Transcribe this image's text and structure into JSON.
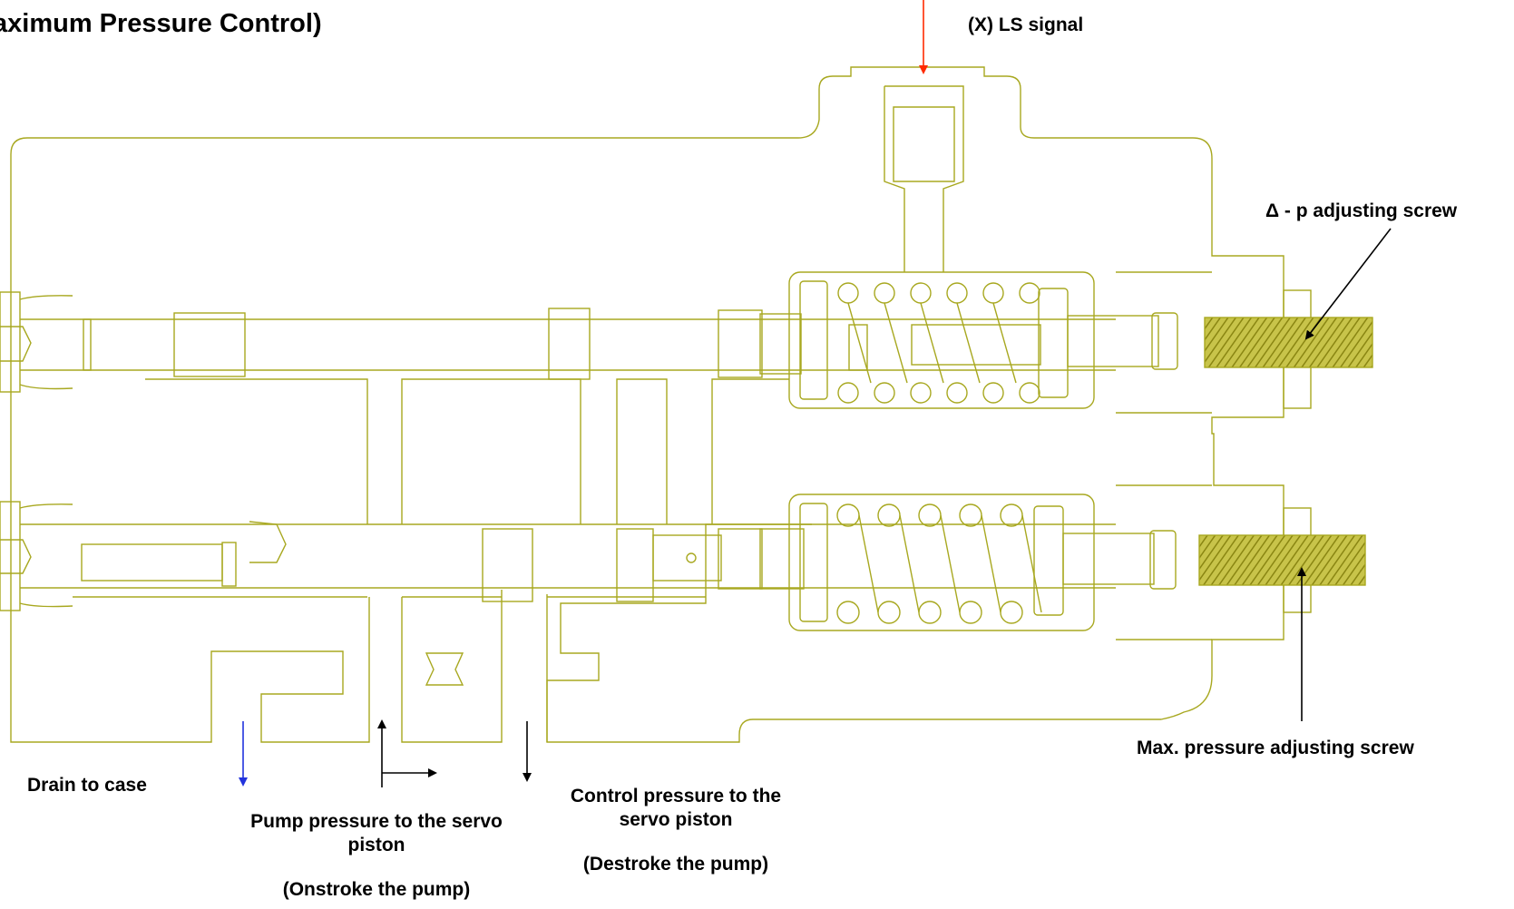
{
  "title": "aximum Pressure Control)",
  "labels": {
    "ls_signal": "(X) LS signal",
    "dp_screw": "Δ - p adjusting screw",
    "max_screw": "Max. pressure adjusting screw",
    "drain": "Drain to case",
    "pump_pressure": "Pump pressure to  the servo piston",
    "pump_sub": "(Onstroke the pump)",
    "control_pressure": "Control pressure to the servo piston",
    "control_sub": "(Destroke the pump)"
  },
  "colors": {
    "outline": "#a8a820",
    "thread_fill": "#a8a820",
    "ls_arrow": "#ff2a00",
    "drain_arrow": "#2233dd",
    "text": "#000000"
  }
}
